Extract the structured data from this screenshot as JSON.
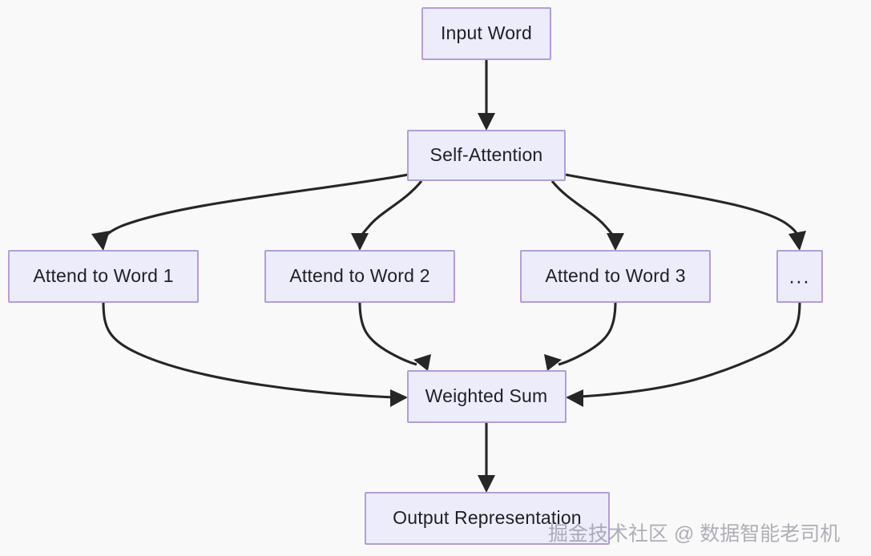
{
  "diagram": {
    "title": "Self-Attention Flowchart",
    "type": "flowchart",
    "direction": "top-down",
    "colors": {
      "node_fill": "#ececfb",
      "node_border": "#b39ddb",
      "edge": "#262626",
      "text": "#1f1f24",
      "background": "#f9f9f9",
      "watermark": "#9a9aa5"
    },
    "nodes": [
      {
        "id": "input",
        "label": "Input Word"
      },
      {
        "id": "attn",
        "label": "Self-Attention"
      },
      {
        "id": "word1",
        "label": "Attend to Word 1"
      },
      {
        "id": "word2",
        "label": "Attend to Word 2"
      },
      {
        "id": "word3",
        "label": "Attend to Word 3"
      },
      {
        "id": "more",
        "label": "..."
      },
      {
        "id": "wsum",
        "label": "Weighted Sum"
      },
      {
        "id": "output",
        "label": "Output Representation"
      }
    ],
    "edges": [
      {
        "from": "input",
        "to": "attn"
      },
      {
        "from": "attn",
        "to": "word1"
      },
      {
        "from": "attn",
        "to": "word2"
      },
      {
        "from": "attn",
        "to": "word3"
      },
      {
        "from": "attn",
        "to": "more"
      },
      {
        "from": "word1",
        "to": "wsum"
      },
      {
        "from": "word2",
        "to": "wsum"
      },
      {
        "from": "word3",
        "to": "wsum"
      },
      {
        "from": "more",
        "to": "wsum"
      },
      {
        "from": "wsum",
        "to": "output"
      }
    ]
  },
  "watermark": {
    "text": "掘金技术社区 @ 数据智能老司机"
  }
}
